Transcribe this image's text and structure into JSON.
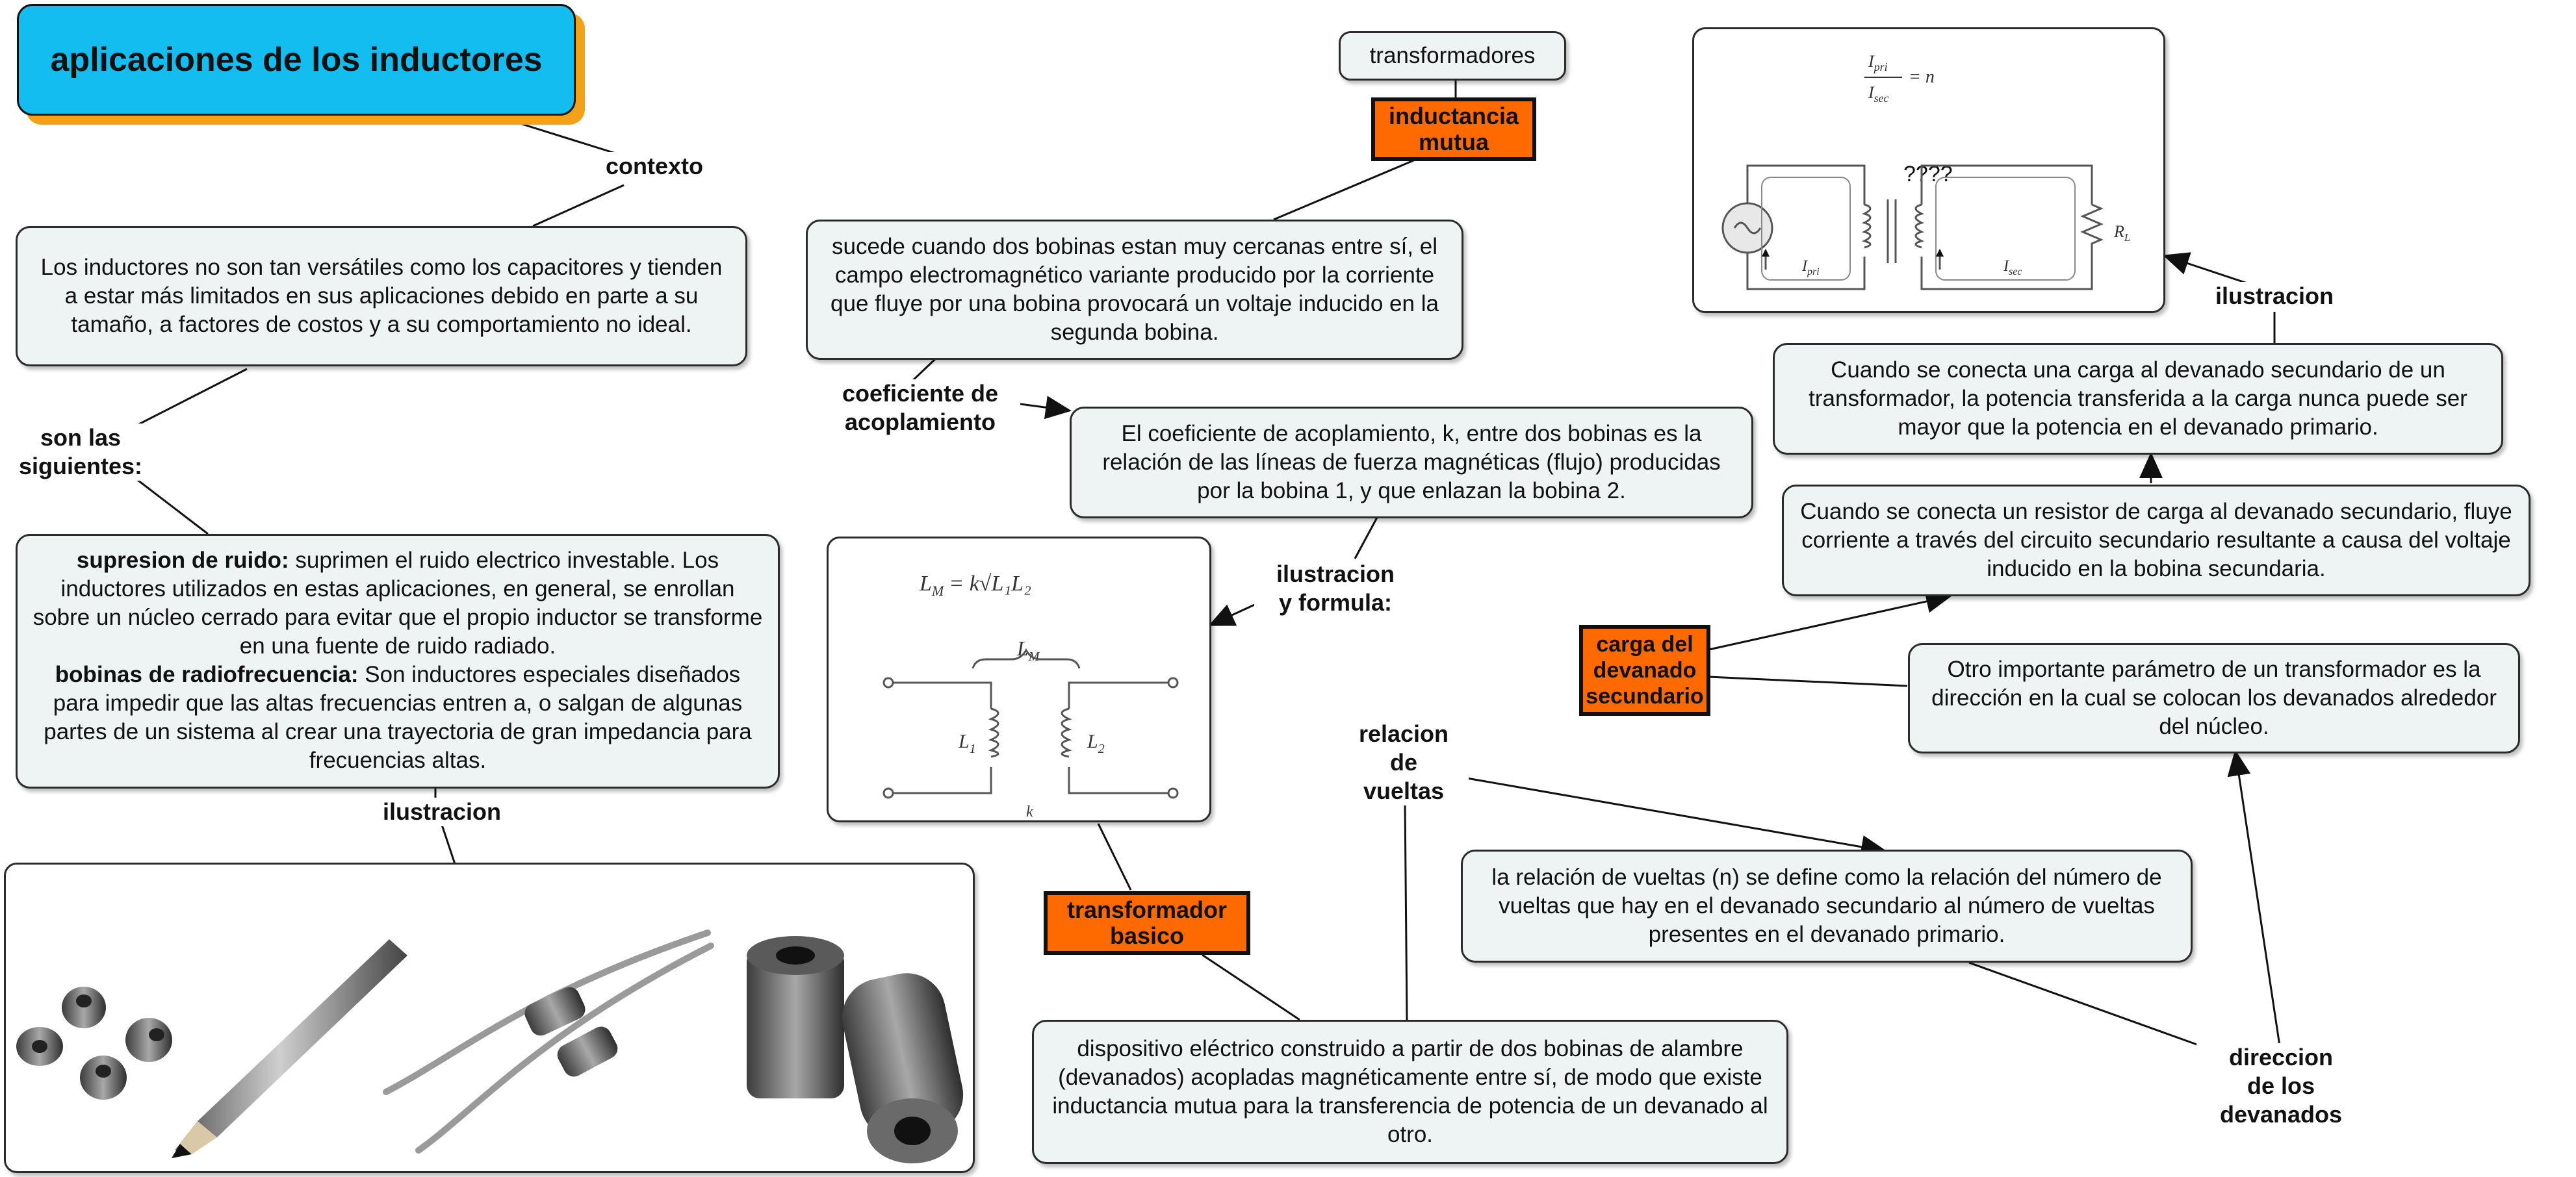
{
  "title": "aplicaciones de los inductores",
  "labels": {
    "contexto": "contexto",
    "son_las_siguientes": "son las\nsiguientes:",
    "ilustracion_1": "ilustracion",
    "coeficiente": "coeficiente de\nacoplamiento",
    "ilustracion_formula": "ilustracion\ny formula:",
    "relacion_vueltas": "relacion\nde\nvueltas",
    "direccion": "direccion\nde los\ndevanados",
    "ilustracion_2": "ilustracion"
  },
  "orange": {
    "inductancia_mutua": "inductancia mutua",
    "transformador_basico": "transformador basico",
    "carga_devanado": "carga del devanado secundario"
  },
  "nodes": {
    "transformadores": "transformadores",
    "contexto_text": "Los inductores no son tan versátiles como los capacitores y tienden a estar más limitados en sus aplicaciones debido en parte a su tamaño, a factores de costos y a su comportamiento no ideal.",
    "supresion_head": "supresion de ruido:",
    "supresion_text": " suprimen el ruido electrico investable. Los inductores utilizados en estas aplicaciones, en general, se enrollan sobre un núcleo cerrado para evitar que el propio inductor se transforme en una fuente de ruido radiado.",
    "bobinas_head": "bobinas de radiofrecuencia:",
    "bobinas_text": " Son inductores especiales diseñados para impedir que las altas frecuencias entren a, o salgan de algunas partes de un sistema al crear una trayectoria de gran impedancia para frecuencias altas.",
    "inductancia_text": "sucede cuando dos bobinas estan muy cercanas entre sí, el campo electromagnético variante producido por la corriente que fluye por una bobina provocará un voltaje inducido en la segunda bobina.",
    "coeficiente_text": "El coeficiente de acoplamiento, k, entre dos bobinas es la relación de las líneas de fuerza magnéticas (flujo) producidas por la bobina 1, y que enlazan la bobina 2.",
    "dispositivo_text": "dispositivo eléctrico construido a partir de dos bobinas de alambre (devanados) acopladas magnéticamente entre sí, de modo que existe inductancia mutua para la transferencia de potencia de un devanado al otro.",
    "relacion_text": "la relación de vueltas (n) se define como la relación del número de vueltas que hay en el devanado secundario al número de vueltas presentes en el devanado primario.",
    "otro_text": "Otro importante parámetro de un transformador es la dirección en la cual se colocan los devanados alrededor del núcleo.",
    "resistor_text": "Cuando se conecta un resistor de carga al devanado secundario, fluye corriente a través del circuito secundario resultante a causa del voltaje inducido en la bobina secundaria.",
    "carga_text": "Cuando se conecta una carga al devanado secundario de un transformador, la potencia transferida a la carga nunca puede ser mayor que la potencia en el devanado primario."
  },
  "figures": {
    "formula_lm": "L",
    "formula_lm_sub": "M",
    "formula_rhs": "= k√L₁L₂",
    "lm_label": "L",
    "lm_label_sub": "M",
    "l1_label": "L",
    "l1_sub": "1",
    "l2_label": "L",
    "l2_sub": "2",
    "k_label": "k",
    "ratio_num": "I",
    "ratio_num_sub": "pri",
    "ratio_den": "I",
    "ratio_den_sub": "sec",
    "ratio_rhs": "= n",
    "question": "????",
    "ipri": "I",
    "ipri_sub": "pri",
    "isec": "I",
    "isec_sub": "sec",
    "rl": "R",
    "rl_sub": "L"
  }
}
